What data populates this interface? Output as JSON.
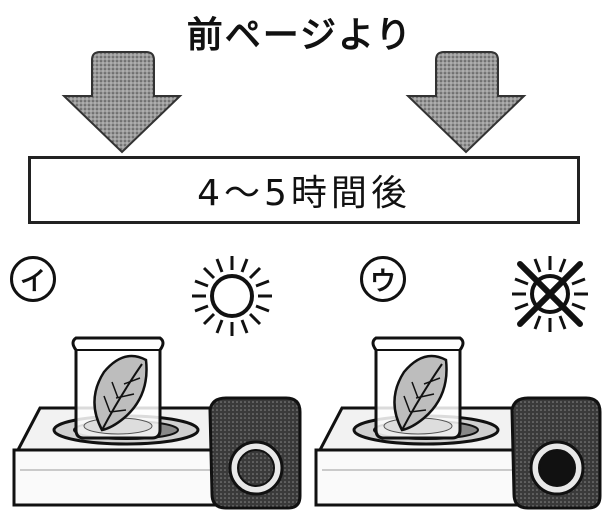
{
  "header": {
    "title": "前ページより"
  },
  "time_box": {
    "text": "4～5時間後"
  },
  "panels": [
    {
      "label": "イ",
      "light": "sun-icon"
    },
    {
      "label": "ウ",
      "light": "crossed-sun-icon"
    }
  ],
  "colors": {
    "ink": "#111111",
    "arrow_fill": "#7a7a7a",
    "leaf": "#666666",
    "stove_body": "#e6e6e6",
    "knob_dark": "#222222"
  }
}
